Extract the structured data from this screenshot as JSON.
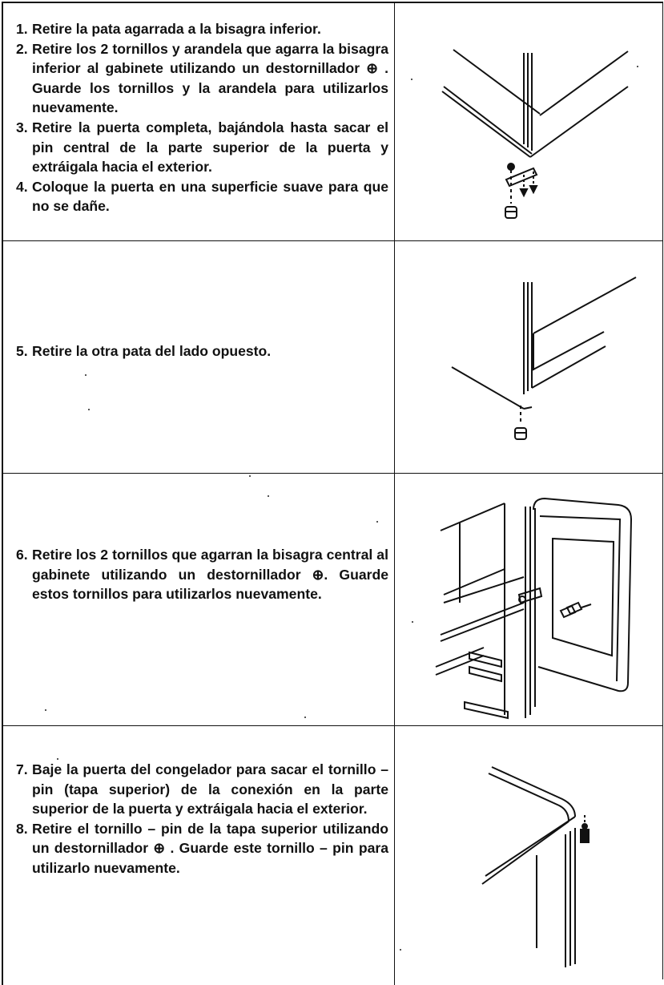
{
  "rows": [
    {
      "steps": [
        {
          "num": "1.",
          "text": "Retire la pata agarrada a la bisagra inferior."
        },
        {
          "num": "2.",
          "text": "Retire los 2 tornillos y arandela que agarra la bisagra inferior al gabinete utilizando un destornillador ⊕ . Guarde los tornillos y la arandela para utilizarlos nuevamente."
        },
        {
          "num": "3.",
          "text": "Retire la puerta completa, bajándola hasta sacar el pin central de la parte superior de la puerta y extráigala hacia el exterior."
        },
        {
          "num": "4.",
          "text": "Coloque la puerta en una superficie suave para que no se dañe."
        }
      ],
      "figure_icon": "bottom-hinge-removal-illustration"
    },
    {
      "steps": [
        {
          "num": "5.",
          "text": "Retire la otra pata del lado opuesto."
        }
      ],
      "figure_icon": "opposite-leg-removal-illustration"
    },
    {
      "steps": [
        {
          "num": "6.",
          "text": "Retire los 2 tornillos que agarran la bisagra central al gabinete utilizando un destornillador ⊕. Guarde estos tornillos para utilizarlos nuevamente."
        }
      ],
      "figure_icon": "center-hinge-removal-illustration"
    },
    {
      "steps": [
        {
          "num": "7.",
          "text": "Baje la puerta del congelador para sacar el tornillo – pin (tapa superior) de la conexión en la parte superior de la puerta y extráigala hacia el exterior."
        },
        {
          "num": "8.",
          "text": "Retire el tornillo – pin de la tapa superior utilizando un destornillador ⊕ . Guarde este tornillo – pin para utilizarlo nuevamente."
        }
      ],
      "figure_icon": "top-pin-removal-illustration"
    }
  ]
}
